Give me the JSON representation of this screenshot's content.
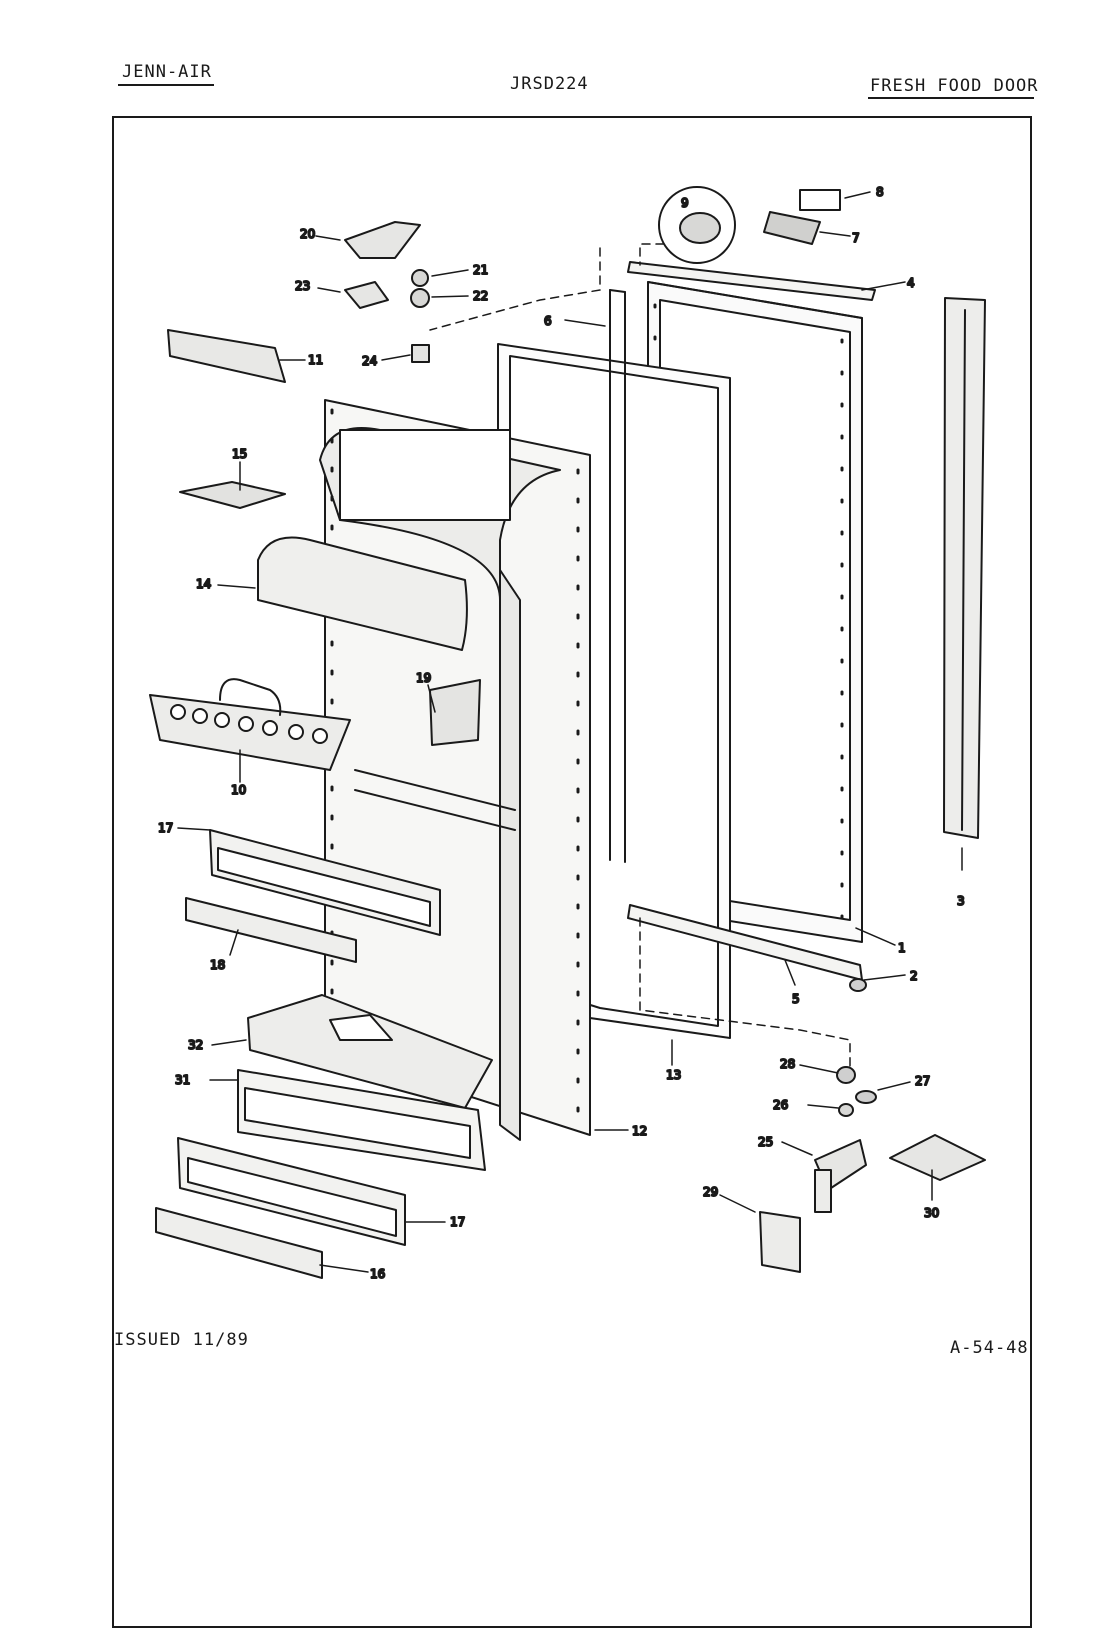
{
  "header": {
    "brand": "JENN-AIR",
    "model": "JRSD224",
    "section": "FRESH FOOD DOOR"
  },
  "footer": {
    "issued": "ISSUED 11/89",
    "page_code": "A-54-48"
  },
  "callouts": [
    "1",
    "2",
    "3",
    "4",
    "5",
    "6",
    "7",
    "8",
    "9",
    "10",
    "11",
    "12",
    "13",
    "14",
    "15",
    "16",
    "17",
    "17",
    "18",
    "19",
    "20",
    "21",
    "22",
    "23",
    "24",
    "25",
    "26",
    "27",
    "28",
    "29",
    "30",
    "31",
    "32"
  ],
  "colors": {
    "ink": "#1a1a1a",
    "fill": "#f4f4f2",
    "shade": "#cfcfcf",
    "paper": "#ffffff"
  }
}
